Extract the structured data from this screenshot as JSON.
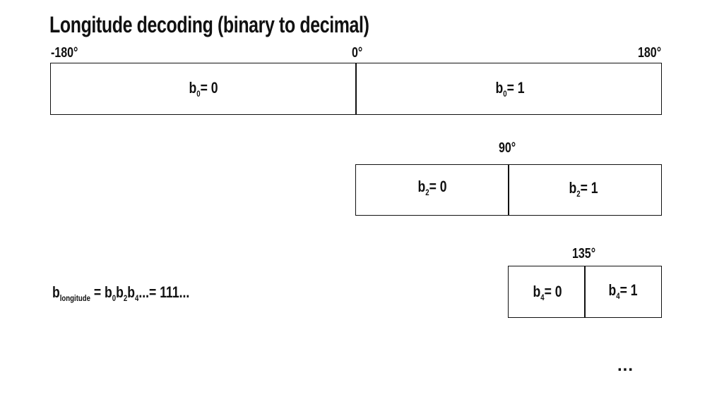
{
  "title": "Longitude decoding (binary to decimal)",
  "ticks": {
    "minus180": "-180°",
    "zero": "0°",
    "plus180": "180°",
    "ninety": "90°",
    "one35": "135°"
  },
  "levels": [
    {
      "bit": "b",
      "sub": "0",
      "left_value": "= 0",
      "right_value": "= 1"
    },
    {
      "bit": "b",
      "sub": "2",
      "left_value": "= 0",
      "right_value": "= 1"
    },
    {
      "bit": "b",
      "sub": "4",
      "left_value": "= 0",
      "right_value": "= 1"
    }
  ],
  "formula": {
    "lhs": "b",
    "lhs_sub": "longitude",
    "eq": " = ",
    "t0": "b",
    "s0": "0",
    "t1": "b",
    "s1": "2",
    "t2": "b",
    "s2": "4",
    "tail": "...= 111..."
  },
  "ellipsis": "..."
}
